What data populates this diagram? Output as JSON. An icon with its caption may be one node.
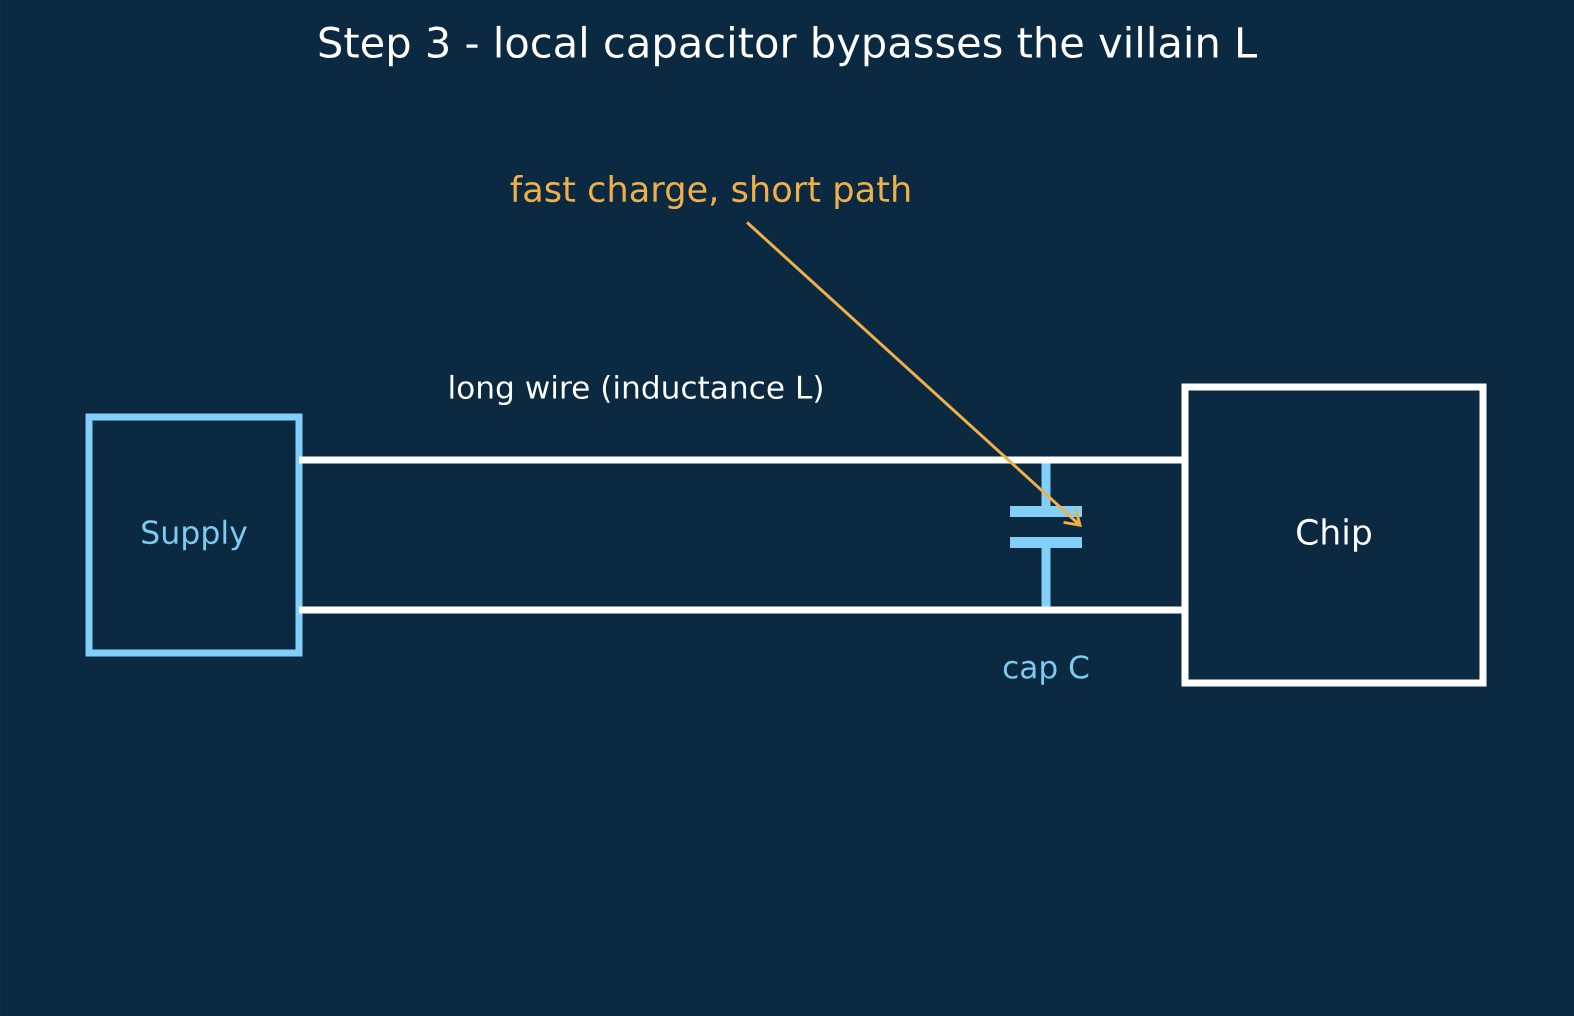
{
  "diagram": {
    "title": "Step 3 - local capacitor bypasses the villain L",
    "nodes": [
      {
        "text": [
          "Supply"
        ]
      },
      {
        "text": [
          "Chip"
        ]
      },
      {
        "text": [],
        "shape": "capacitor",
        "beside": [
          "cap C"
        ]
      },
      {
        "text": [
          "fast charge, short path"
        ]
      }
    ],
    "edges": [
      {
        "from": 0,
        "to": 1,
        "arrow": "none"
      },
      {
        "from": 0,
        "to": 1,
        "arrow": "none"
      },
      {
        "from": 3,
        "to": 2,
        "arrow": "to",
        "color": "#f0b049"
      }
    ],
    "labels": [
      "long wire (inductance L)"
    ]
  }
}
